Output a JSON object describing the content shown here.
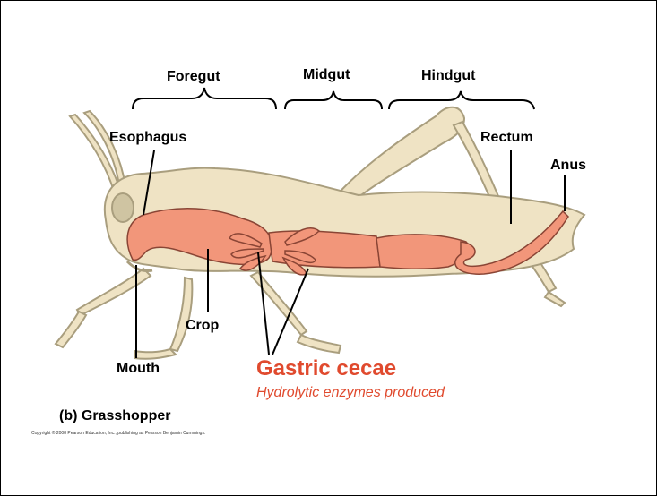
{
  "sections": {
    "foregut": "Foregut",
    "midgut": "Midgut",
    "hindgut": "Hindgut"
  },
  "parts": {
    "esophagus": "Esophagus",
    "rectum": "Rectum",
    "anus": "Anus",
    "crop": "Crop",
    "mouth": "Mouth"
  },
  "gastric": {
    "title": "Gastric cecae",
    "note": "Hydrolytic enzymes produced"
  },
  "caption": "(b) Grasshopper",
  "copyright": "Copyright © 2008 Pearson Education, Inc., publishing as Pearson Benjamin Cummings.",
  "colors": {
    "body": "#efe3c4",
    "body_outline": "#a99e7e",
    "gut": "#f2967a",
    "gut_outline": "#8a4535",
    "accent_text": "#e04a2e"
  }
}
